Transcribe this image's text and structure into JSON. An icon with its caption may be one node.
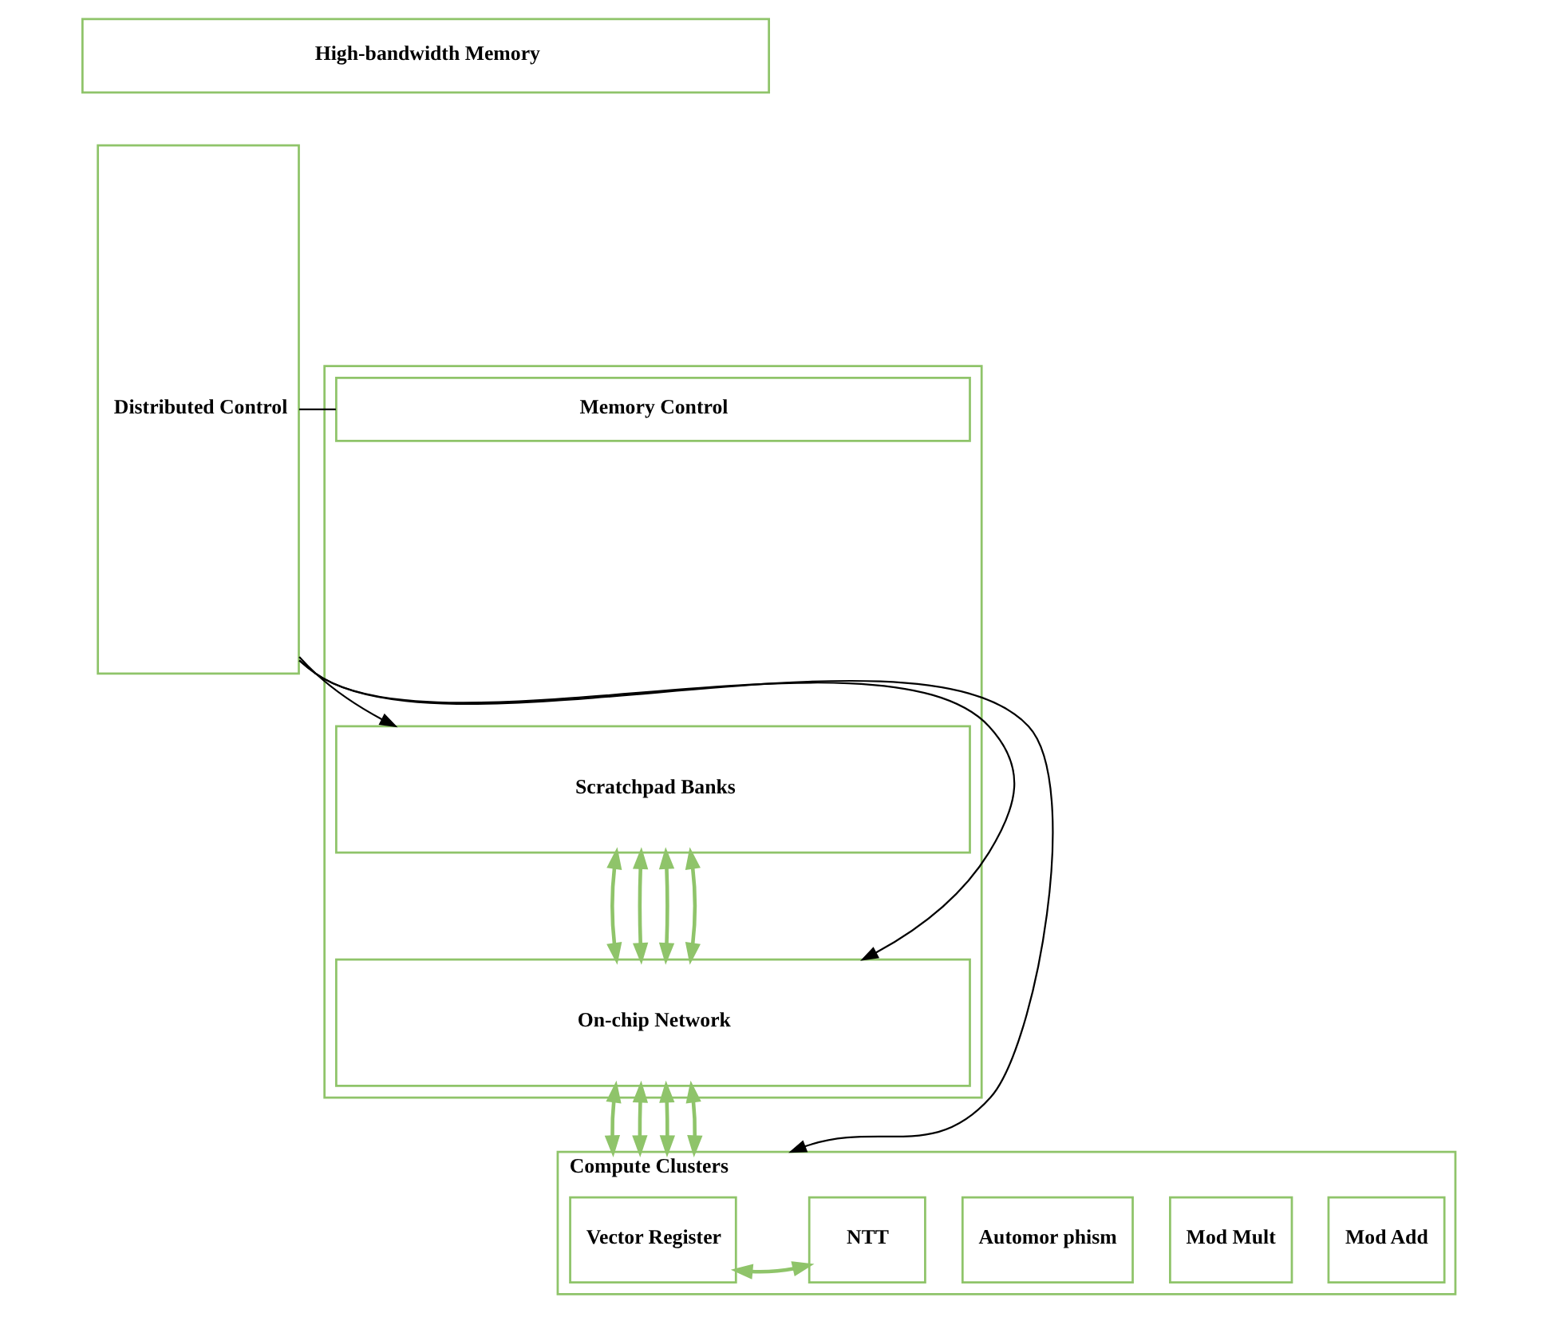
{
  "diagram": {
    "nodes": [
      {
        "text": [
          "High-bandwidth Memory"
        ]
      },
      {
        "text": [
          "Distributed Control"
        ]
      },
      {
        "text": [],
        "shape": "box"
      },
      {
        "text": [
          "Memory Control"
        ],
        "in": 2
      },
      {
        "text": [
          "Scratchpad Banks"
        ],
        "in": 2
      },
      {
        "text": [
          "On-chip Network"
        ],
        "in": 2
      },
      {
        "text": [
          "Compute Clusters"
        ]
      },
      {
        "text": [
          "Vector Register"
        ],
        "in": 6
      },
      {
        "text": [
          "NTT"
        ],
        "in": 6
      },
      {
        "text": [
          "Automor phism"
        ],
        "in": 6
      },
      {
        "text": [
          "Mod Mult"
        ],
        "in": 6
      },
      {
        "text": [
          "Mod Add"
        ],
        "in": 6
      }
    ],
    "edges": [
      {
        "from": 1,
        "to": 3,
        "arrow": "none",
        "color": "#000000"
      },
      {
        "from": 1,
        "to": 4,
        "arrow": "to",
        "color": "#000000"
      },
      {
        "from": 1,
        "to": 5,
        "arrow": "to",
        "color": "#000000"
      },
      {
        "from": 1,
        "to": 6,
        "arrow": "to",
        "color": "#000000"
      },
      {
        "from": 4,
        "to": 5,
        "arrow": "both"
      },
      {
        "from": 4,
        "to": 5,
        "arrow": "both"
      },
      {
        "from": 4,
        "to": 5,
        "arrow": "both"
      },
      {
        "from": 4,
        "to": 5,
        "arrow": "both"
      },
      {
        "from": 5,
        "to": 6,
        "arrow": "both"
      },
      {
        "from": 5,
        "to": 6,
        "arrow": "both"
      },
      {
        "from": 5,
        "to": 6,
        "arrow": "both"
      },
      {
        "from": 5,
        "to": 6,
        "arrow": "both"
      },
      {
        "from": 7,
        "to": 8,
        "arrow": "both"
      }
    ]
  }
}
